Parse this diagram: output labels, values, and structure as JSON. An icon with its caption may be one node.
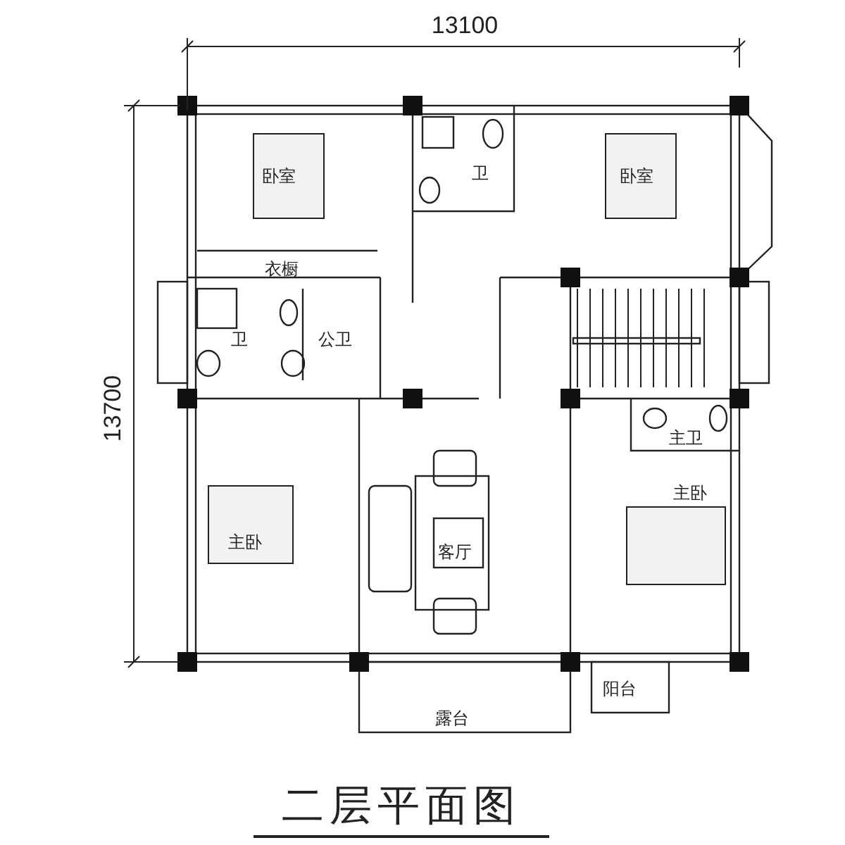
{
  "diagram": {
    "title": "二层平面图",
    "labels": [
      "13100",
      "13700",
      "卧室",
      "卫",
      "卧室",
      "衣橱",
      "卫",
      "公卫",
      "主卫",
      "主卧",
      "客厅",
      "主卧",
      "露台",
      "阳台"
    ]
  }
}
